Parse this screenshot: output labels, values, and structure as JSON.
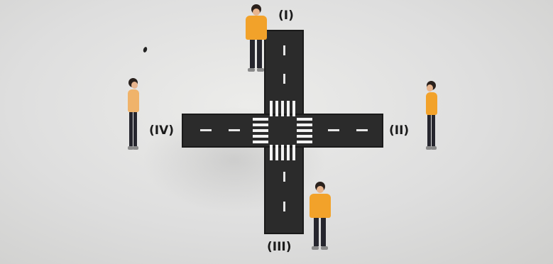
{
  "labels": {
    "north": "(I)",
    "east": "(II)",
    "south": "(III)",
    "west": "(IV)"
  },
  "colors": {
    "road": "#2b2b2b",
    "lane_marking": "#e6e6e6",
    "zebra": "#f2f2f2",
    "shirt": "#f2a22a",
    "trousers": "#26262e",
    "hair": "#2a211d",
    "skin": "#e8b58e"
  }
}
